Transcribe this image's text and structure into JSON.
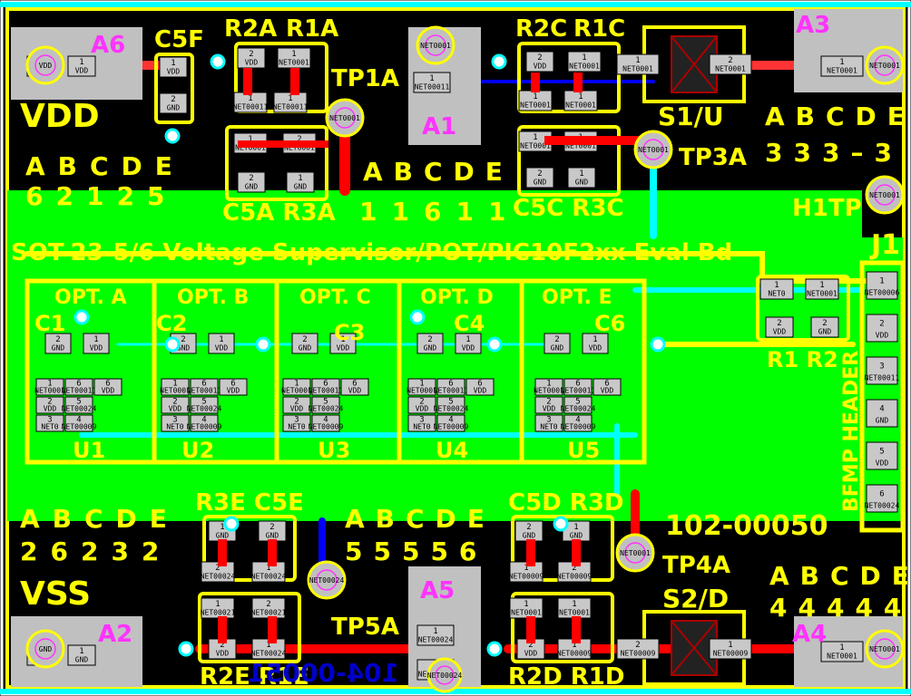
{
  "board": {
    "title": "SOT-23-5/6 Voltage Supervisor/POT/PIC10F2xx Eval Bd",
    "part_number": "102-00050",
    "bottom_part_number": "104-00051",
    "colors": {
      "copper_top": "#ff0000",
      "copper_bottom": "#0000ff",
      "silk": "#ffff00",
      "pour": "#00ff00",
      "pad": "#c0c0c0",
      "marker": "#ff33ff",
      "keepout": "#00ffff"
    }
  },
  "areas": {
    "a6": "A6",
    "a1": "A1",
    "a3": "A3",
    "a2": "A2",
    "a5": "A5",
    "a4": "A4"
  },
  "silk": {
    "c5f": "C5F",
    "r2a": "R2A",
    "r1a": "R1A",
    "tp1a": "TP1A",
    "r2c": "R2C",
    "r1c": "R1C",
    "s1u": "S1/U",
    "tp3a": "TP3A",
    "vdd": "VDD",
    "vss": "VSS",
    "abcde_left_top": "ABCDE",
    "digits_left_top": "62125",
    "abcde_mid_top": "ABCDE",
    "digits_mid_top": "11611",
    "abcde_right_top": "ABCDE",
    "digits_right_top": "333–3",
    "c5a_r3a": "C5A R3A",
    "c5c_r3c": "C5C R3C",
    "h1tp": "H1TP",
    "j1": "J1",
    "opta": "OPT. A",
    "optb": "OPT. B",
    "optc": "OPT. C",
    "optd": "OPT. D",
    "opte": "OPT. E",
    "c1": "C1",
    "c2": "C2",
    "c3": "C3",
    "c4": "C4",
    "c6": "C6",
    "u1": "U1",
    "u2": "U2",
    "u3": "U3",
    "u4": "U4",
    "u5": "U5",
    "r1r2": "R1 R2",
    "bfmp": "BFMP HEADER",
    "r3e_c5e": "R3E C5E",
    "c5d_r3d": "C5D R3D",
    "abcde_left_bot": "ABCDE",
    "digits_left_bot": "26232",
    "abcde_mid_bot": "ABCDE",
    "digits_mid_bot": "55556",
    "abcde_right_bot": "ABCDE",
    "digits_right_bot": "44444",
    "tp4a": "TP4A",
    "s2d": "S2/D",
    "tp5a": "TP5A",
    "r2e_r1e": "R2E R1E",
    "r2d_r1d": "R2D R1D"
  },
  "pads": {
    "vdd": "VDD",
    "gnd": "GND",
    "net01": "NET0001",
    "net11": "NET00011",
    "net06": "NET00006",
    "net24": "NET00024",
    "net09": "NET00009",
    "net21": "NET00021",
    "net0": "NET0",
    "one": "1",
    "two": "2",
    "three": "3",
    "four": "4",
    "five": "5",
    "six": "6"
  }
}
